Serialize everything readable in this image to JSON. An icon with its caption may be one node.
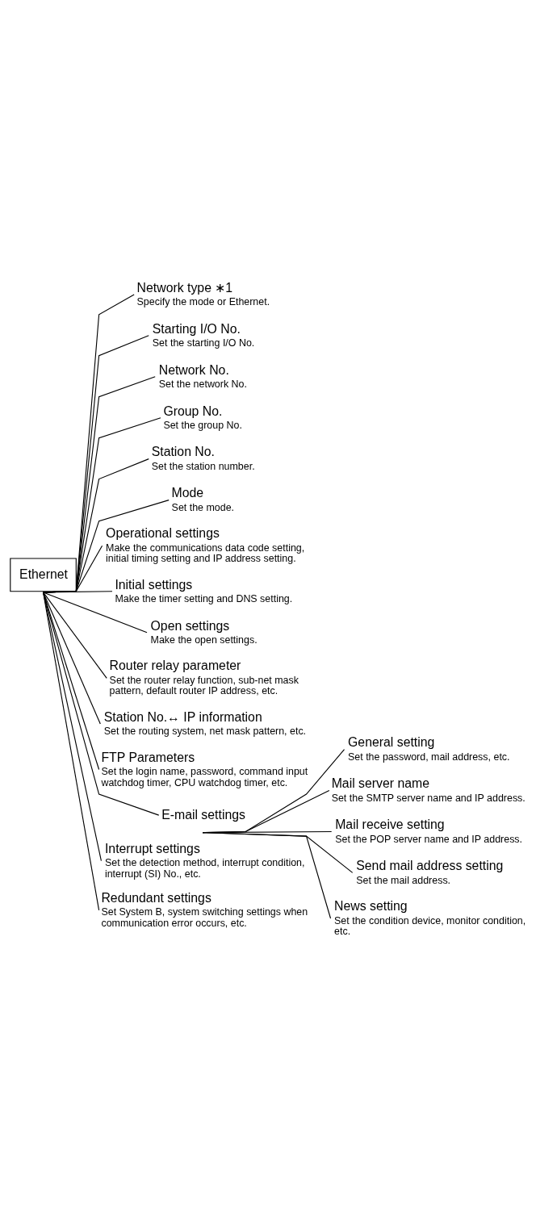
{
  "diagram": {
    "nodes": [
      {
        "text": [
          "Ethernet"
        ]
      },
      {
        "text": [
          "Network type ∗1",
          "Specify the mode or Ethernet."
        ]
      },
      {
        "text": [
          "Starting I/O No.",
          "Set the starting I/O No."
        ]
      },
      {
        "text": [
          "Network No.",
          "Set the network No."
        ]
      },
      {
        "text": [
          "Group No.",
          "Set the group No."
        ]
      },
      {
        "text": [
          "Station No.",
          "Set the station number."
        ]
      },
      {
        "text": [
          "Mode",
          "Set the mode."
        ]
      },
      {
        "text": [
          "Operational settings",
          "Make the communications data code setting, initial timing setting and IP address setting."
        ]
      },
      {
        "text": [
          "Initial settings",
          "Make the timer setting and DNS setting."
        ]
      },
      {
        "text": [
          "Open settings",
          "Make the open settings."
        ]
      },
      {
        "text": [
          "Router relay parameter",
          "Set the router relay function, sub-net mask pattern, default router IP address, etc."
        ]
      },
      {
        "text": [
          "Station No.↔ IP information",
          "Set the routing system, net mask pattern, etc."
        ]
      },
      {
        "text": [
          "FTP Parameters",
          "Set the login name, password, command input watchdog timer, CPU watchdog timer, etc."
        ]
      },
      {
        "text": [
          "E-mail settings"
        ]
      },
      {
        "text": [
          "General setting",
          "Set the password, mail address, etc."
        ]
      },
      {
        "text": [
          "Mail server name",
          "Set the SMTP server name and IP address."
        ]
      },
      {
        "text": [
          "Mail receive setting",
          "Set the POP server name and IP address."
        ]
      },
      {
        "text": [
          "Send mail address setting",
          "Set the mail address."
        ]
      },
      {
        "text": [
          "News setting",
          "Set the condition device, monitor condition, etc."
        ]
      },
      {
        "text": [
          "Interrupt settings",
          "Set the detection method, interrupt condition, interrupt (SI) No., etc."
        ]
      },
      {
        "text": [
          "Redundant settings",
          "Set System B, system switching settings when communication error occurs, etc."
        ]
      }
    ],
    "edges": [
      {
        "from": 0,
        "to": 1,
        "arrow": "none"
      },
      {
        "from": 0,
        "to": 2,
        "arrow": "none"
      },
      {
        "from": 0,
        "to": 3,
        "arrow": "none"
      },
      {
        "from": 0,
        "to": 4,
        "arrow": "none"
      },
      {
        "from": 0,
        "to": 5,
        "arrow": "none"
      },
      {
        "from": 0,
        "to": 6,
        "arrow": "none"
      },
      {
        "from": 0,
        "to": 7,
        "arrow": "none"
      },
      {
        "from": 0,
        "to": 8,
        "arrow": "none"
      },
      {
        "from": 0,
        "to": 9,
        "arrow": "none"
      },
      {
        "from": 0,
        "to": 10,
        "arrow": "none"
      },
      {
        "from": 0,
        "to": 11,
        "arrow": "none"
      },
      {
        "from": 0,
        "to": 12,
        "arrow": "none"
      },
      {
        "from": 0,
        "to": 13,
        "arrow": "none"
      },
      {
        "from": 13,
        "to": 14,
        "arrow": "none"
      },
      {
        "from": 13,
        "to": 15,
        "arrow": "none"
      },
      {
        "from": 13,
        "to": 16,
        "arrow": "none"
      },
      {
        "from": 13,
        "to": 17,
        "arrow": "none"
      },
      {
        "from": 13,
        "to": 18,
        "arrow": "none"
      },
      {
        "from": 0,
        "to": 19,
        "arrow": "none"
      },
      {
        "from": 0,
        "to": 20,
        "arrow": "none"
      }
    ]
  }
}
